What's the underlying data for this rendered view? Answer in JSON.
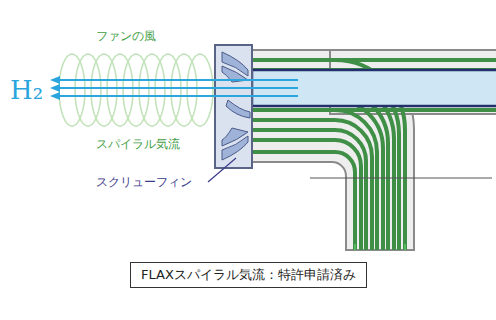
{
  "diagram": {
    "caption": "FLAXスパイラル気流：特許申請済み",
    "labels": [
      "ファンの風",
      "H₂",
      "スパイラル気流",
      "スクリューフィン"
    ]
  }
}
